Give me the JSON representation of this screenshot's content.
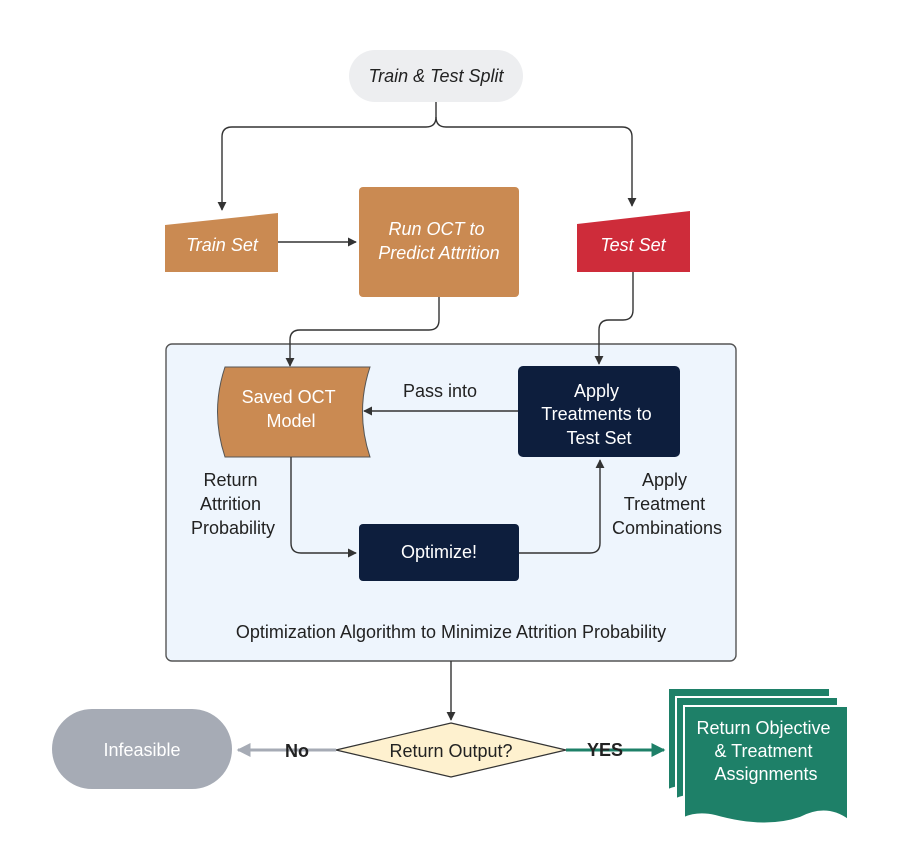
{
  "nodes": {
    "split": "Train & Test Split",
    "train": "Train Set",
    "run_oct": [
      "Run OCT to",
      "Predict Attrition"
    ],
    "test": "Test Set",
    "saved_model": [
      "Saved OCT",
      "Model"
    ],
    "apply_treatments": [
      "Apply",
      "Treatments to",
      "Test Set"
    ],
    "optimize": "Optimize!",
    "decision": "Return Output?",
    "infeasible": "Infeasible",
    "output": [
      "Return Objective",
      "& Treatment",
      "Assignments"
    ]
  },
  "edge_labels": {
    "pass_into": "Pass into",
    "return_prob": [
      "Return",
      "Attrition",
      "Probability"
    ],
    "apply_combos": [
      "Apply",
      "Treatment",
      "Combinations"
    ],
    "no": "No",
    "yes": "YES"
  },
  "container_label": "Optimization Algorithm to Minimize Attrition Probability",
  "colors": {
    "tan": "#CA8A52",
    "red": "#CE2C3A",
    "navy": "#0D1E3D",
    "teal": "#1E8068",
    "grey": "#A6ABB5",
    "cream": "#FEF1CF",
    "container": "#EEF5FD",
    "split": "#EDEEF0"
  }
}
